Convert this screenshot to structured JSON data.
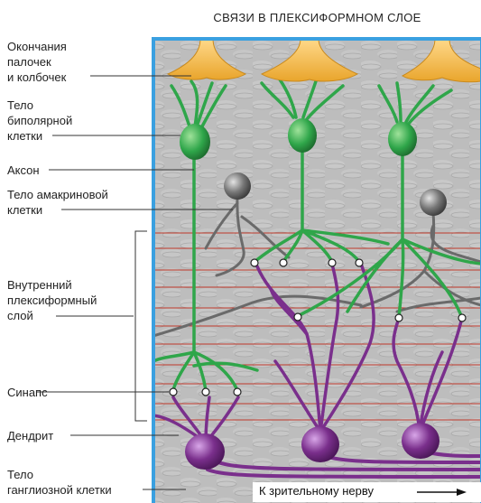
{
  "title": "СВЯЗИ В ПЛЕКСИФОРМНОМ СЛОЕ",
  "labels": {
    "terminals": "Окончания\nпалочек\nи колбочек",
    "bipolar": "Тело\nбиполярной\nклетки",
    "axon": "Аксон",
    "amacrine": "Тело амакриновой\nклетки",
    "ipl": "Внутренний\nплексиформный\nслой",
    "synapse": "Синапс",
    "dendrite": "Дендрит",
    "ganglion": "Тело\nганглиозной клетки"
  },
  "nerve_direction": "К зрительному нерву",
  "colors": {
    "frame": "#3aa0e0",
    "photoreceptor": "#f2b640",
    "bipolar": "#2fa64a",
    "amacrine": "#6a6a6a",
    "ganglion": "#7a2f8c",
    "layer_lines": "#c0392b",
    "background": "#b9b9b9"
  }
}
